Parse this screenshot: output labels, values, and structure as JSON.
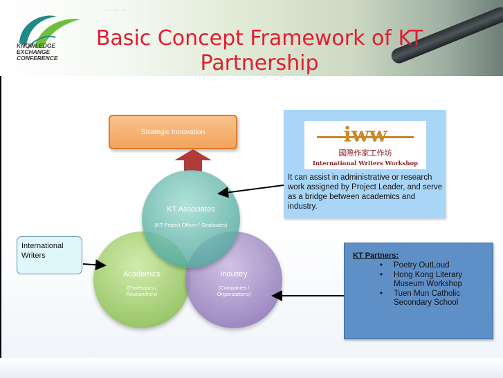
{
  "slide": {
    "title": "Basic Concept Framework of KT Partnership",
    "logo": {
      "line1": "KNOWLEDGE",
      "line2": "EXCHANGE",
      "line3": "CONFERENCE"
    },
    "strategic_innovation": "Strategic Innovation",
    "circles": {
      "kt_associates": {
        "label": "KT Associates",
        "sub": "(KT Project Officer / Graduates)"
      },
      "academics": {
        "label": "Academics",
        "sub": "(Professors / Researchers)"
      },
      "industry": {
        "label": "Industry",
        "sub": "(Companies / Organizations)"
      }
    },
    "iww": {
      "logo_text": "iww",
      "logo_chinese": "國際作家工作坊",
      "logo_english": "International Writers Workshop",
      "description": "It can assist in administrative or research work assigned by Project Leader, and serve as a bridge between academics and industry."
    },
    "international_writers": "International Writers",
    "partners": {
      "heading": "KT Partners:",
      "items": [
        "Poetry OutLoud",
        "Hong Kong Literary Museum Workshop",
        "Tuen Mun Catholic Secondary School"
      ]
    }
  },
  "colors": {
    "title": "#e01e2d",
    "strategic_box": "#f3a45b",
    "iww_panel": "#a9d5f7",
    "partners_panel": "#5f8fc7"
  }
}
